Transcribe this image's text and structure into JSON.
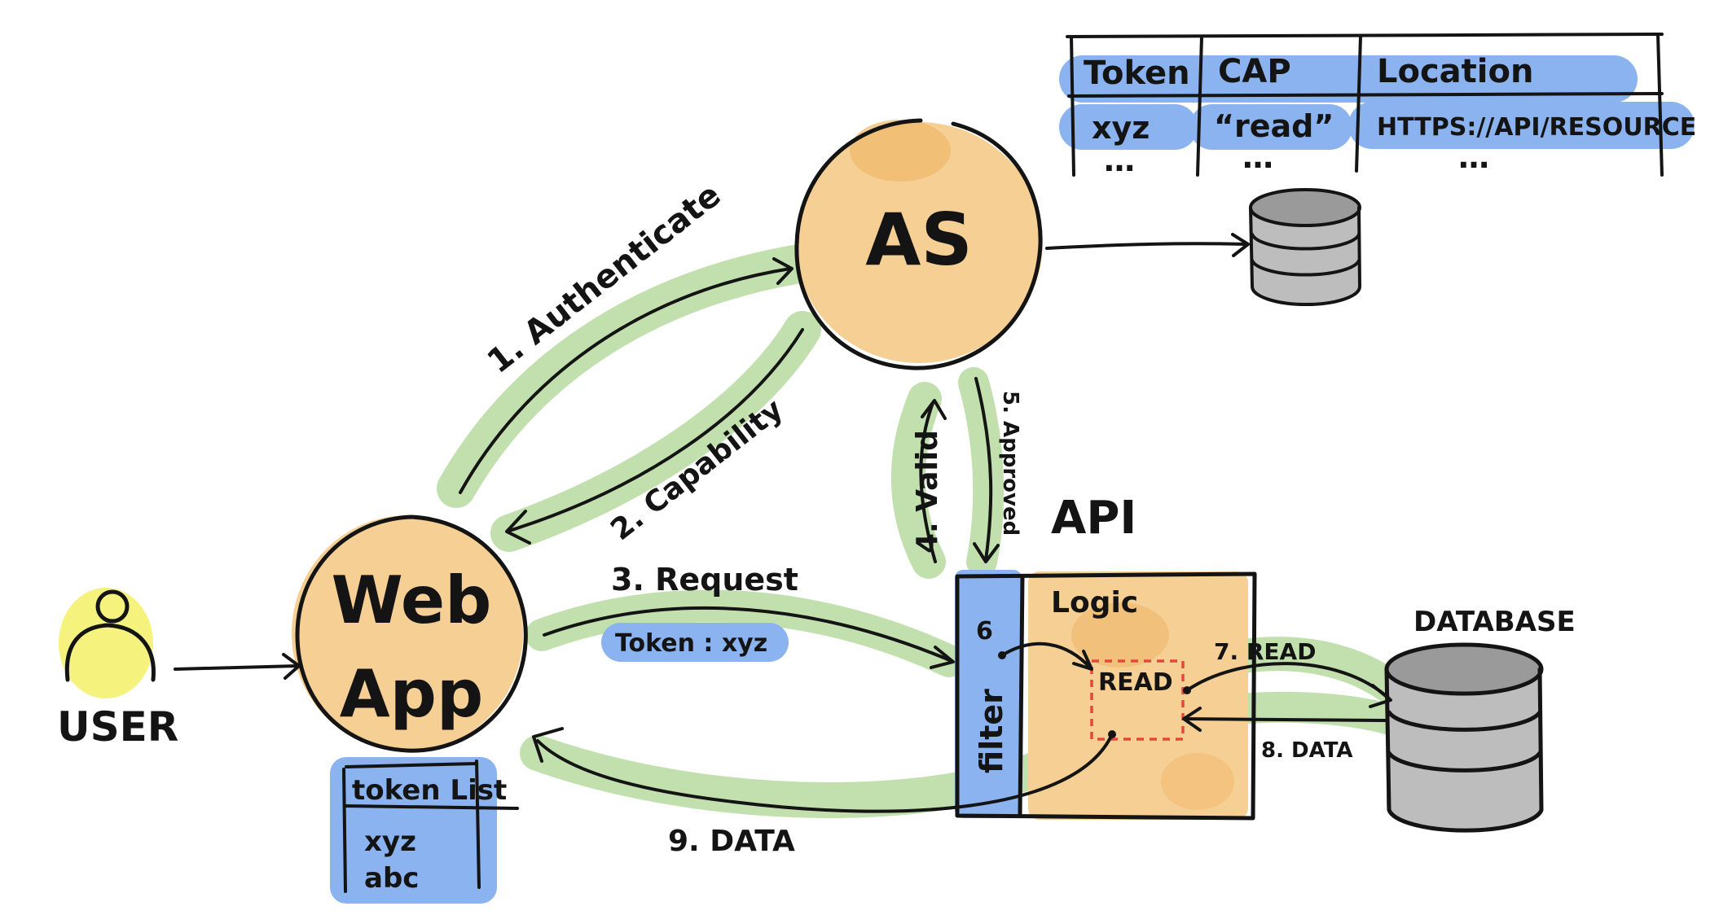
{
  "colors": {
    "orange": "#f6cf94",
    "orange_dark": "#efb86a",
    "green": "#b7dba0",
    "blue": "#8ab3ef",
    "yellow": "#f5f37d",
    "grey": "#bdbdbd",
    "grey_dark": "#9a9a9a",
    "red": "#e04a3a",
    "ink": "#141414"
  },
  "nodes": {
    "user": "USER",
    "webapp_line1": "Web",
    "webapp_line2": "App",
    "as": "AS",
    "api": "API",
    "logic": "Logic",
    "filter": "filter",
    "read_box": "READ",
    "database": "DATABASE"
  },
  "steps": {
    "s1": "1. Authenticate",
    "s2": "2. Capability",
    "s3": "3. Request",
    "s3_token": "Token : xyz",
    "s4": "4. Valid",
    "s5": "5. Approved",
    "s6": "6",
    "s7": "7. READ",
    "s8": "8. DATA",
    "s9": "9. DATA"
  },
  "token_list": {
    "title": "token List",
    "items": [
      "xyz",
      "abc"
    ]
  },
  "cap_table": {
    "headers": [
      "Token",
      "CAP",
      "Location"
    ],
    "row": [
      "xyz",
      "“read”",
      "HTTPS://API/RESOURCE"
    ],
    "ellipsis": [
      "…",
      "…",
      "…"
    ]
  }
}
